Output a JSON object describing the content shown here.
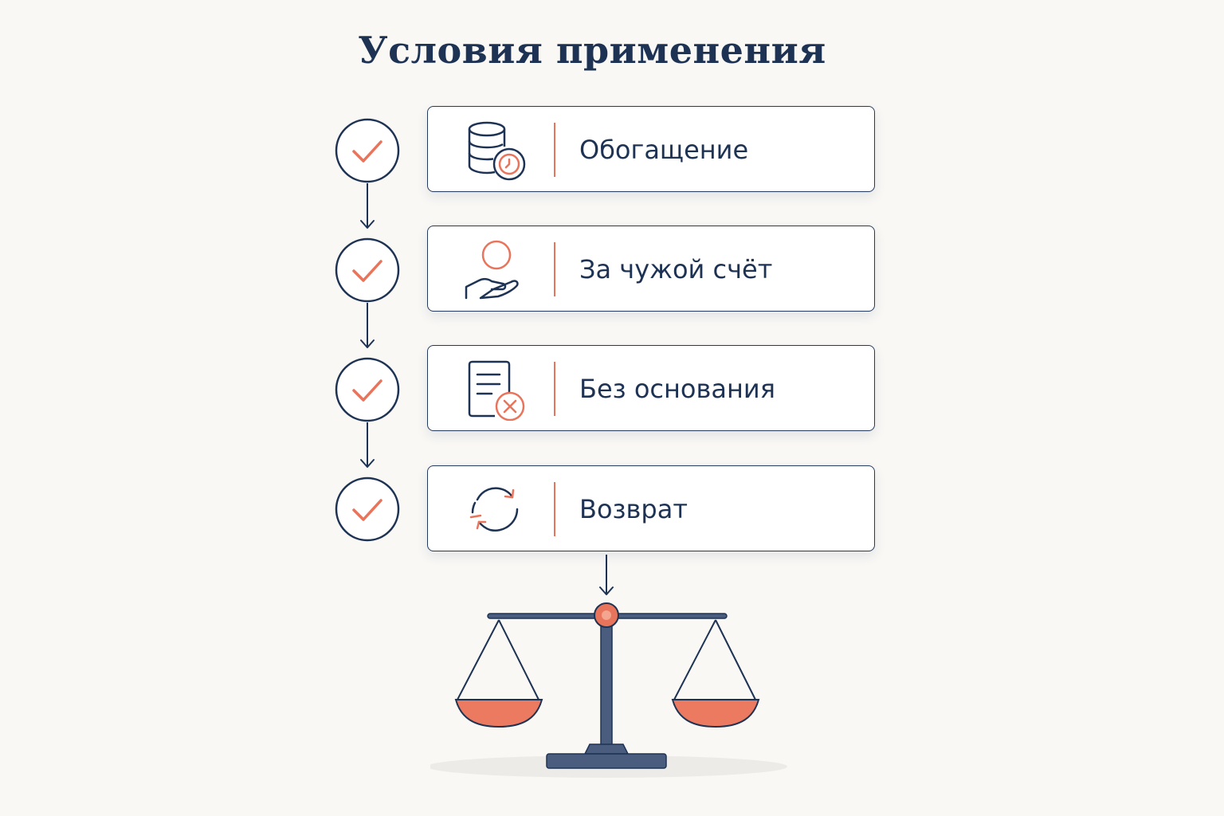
{
  "title": "Условия применения",
  "steps": [
    {
      "label": "Обогащение",
      "icon": "database-coin-icon"
    },
    {
      "label": "За чужой счёт",
      "icon": "hand-giving-icon"
    },
    {
      "label": "Без основания",
      "icon": "document-cancel-icon"
    },
    {
      "label": "Возврат",
      "icon": "refresh-cycle-icon"
    }
  ],
  "result_icon": "scales-of-justice-icon",
  "step_status_icon": "checkmark-circle-icon",
  "colors": {
    "navy": "#1e3354",
    "accent": "#e8745c",
    "background": "#f9f8f5",
    "card": "#ffffff"
  }
}
